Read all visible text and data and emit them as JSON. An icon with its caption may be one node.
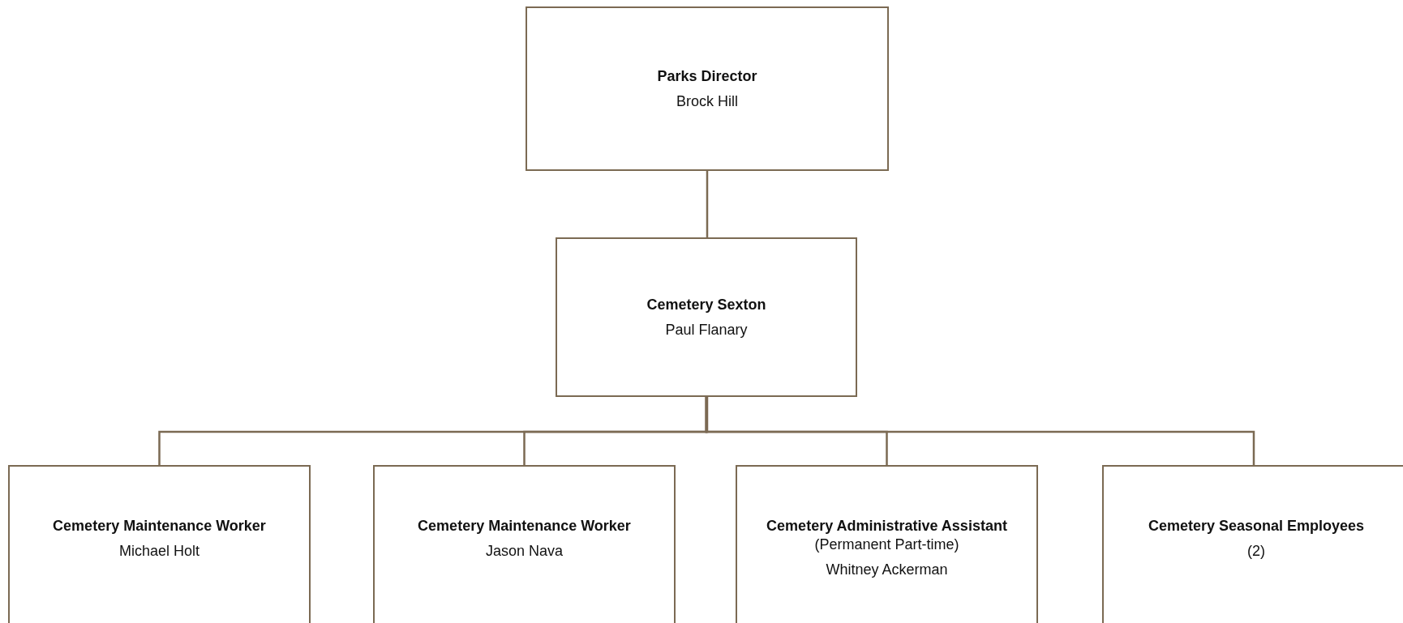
{
  "diagram": {
    "nodes": [
      {
        "text": [
          "Parks Director",
          "Brock Hill"
        ]
      },
      {
        "text": [
          "Cemetery Sexton",
          "Paul Flanary"
        ]
      },
      {
        "text": [
          "Cemetery Maintenance Worker",
          "Michael Holt"
        ]
      },
      {
        "text": [
          "Cemetery Maintenance Worker",
          "Jason Nava"
        ]
      },
      {
        "text": [
          "Cemetery Administrative Assistant",
          "(Permanent Part-time)",
          "Whitney Ackerman"
        ]
      },
      {
        "text": [
          "Cemetery Seasonal Employees",
          "(2)"
        ]
      }
    ],
    "edges": [
      {
        "from": 0,
        "to": 1,
        "arrow": "none"
      },
      {
        "from": 1,
        "to": 2,
        "arrow": "none"
      },
      {
        "from": 1,
        "to": 3,
        "arrow": "none"
      },
      {
        "from": 1,
        "to": 4,
        "arrow": "none"
      },
      {
        "from": 1,
        "to": 5,
        "arrow": "none"
      }
    ]
  }
}
